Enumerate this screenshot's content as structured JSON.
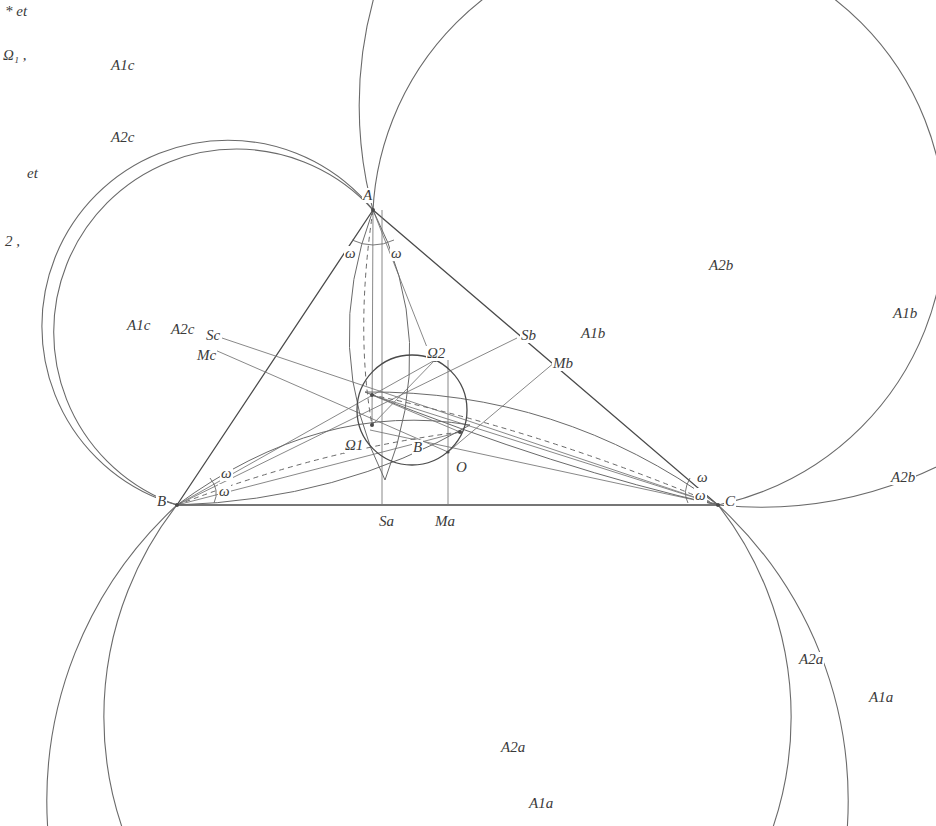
{
  "diagram": {
    "labels": [
      "* et",
      "Ω₁ ,",
      "et",
      "2 ,",
      "A1c",
      "A2c",
      "A",
      "A2b",
      "A1c",
      "A2c",
      "Sc",
      "Mc",
      "Sb",
      "Mb",
      "A1b",
      "A1b",
      "Ω2",
      "Ω1",
      "O",
      "B",
      "B",
      "C",
      "Sa",
      "Ma",
      "A2b",
      "A2a",
      "A1a",
      "A2a",
      "A1a",
      "ω",
      "ω",
      "ω",
      "ω",
      "ω",
      "ω"
    ]
  }
}
